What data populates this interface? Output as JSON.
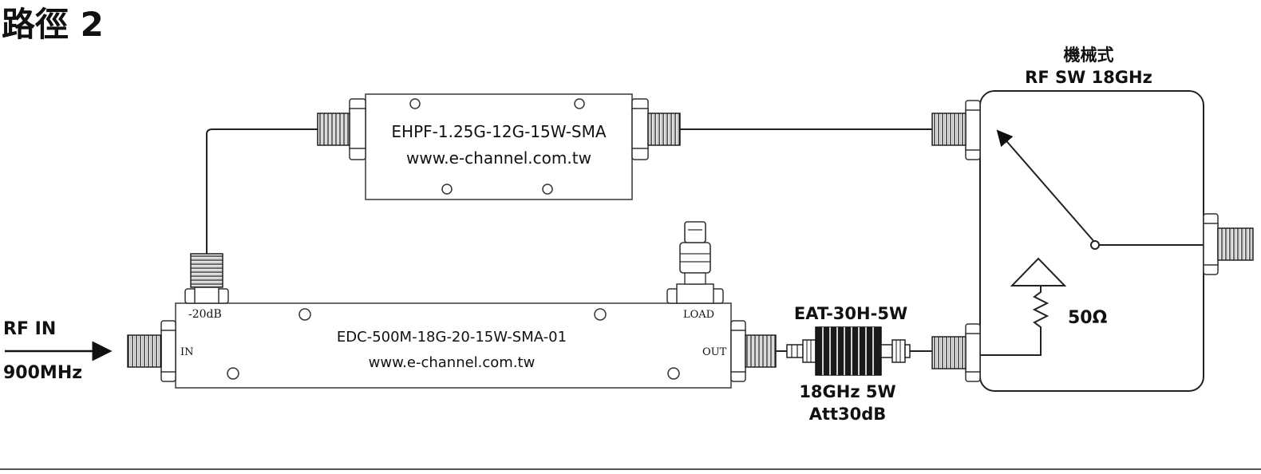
{
  "title": "路徑 2",
  "input": {
    "label": "RF IN",
    "freq": "900MHz"
  },
  "coupler": {
    "model": "EDC-500M-18G-20-15W-SMA-01",
    "url": "www.e-channel.com.tw",
    "port_in": "IN",
    "port_out": "OUT",
    "port_coupled": "-20dB",
    "port_load": "LOAD"
  },
  "filter": {
    "model": "EHPF-1.25G-12G-15W-SMA",
    "url": "www.e-channel.com.tw"
  },
  "attenuator": {
    "model": "EAT-30H-5W",
    "spec": "18GHz 5W",
    "att": "Att30dB"
  },
  "switch": {
    "type": "機械式",
    "name": "RF SW 18GHz",
    "termination": "50Ω"
  }
}
